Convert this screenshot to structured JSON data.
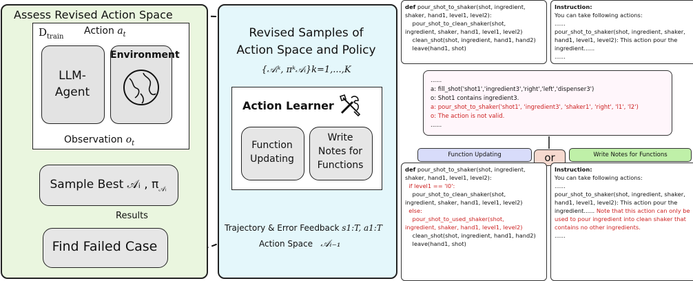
{
  "left_panel": {
    "title": "Assess Revised Action Space",
    "dataset_symbol": "D",
    "dataset_sub": "train",
    "action_label": "Action",
    "action_symbol": "a",
    "action_sub": "t",
    "observation_label": "Observation",
    "observation_symbol": "o",
    "observation_sub": "t",
    "agent_label_line1": "LLM-",
    "agent_label_line2": "Agent",
    "environment_label": "Environment",
    "sample_best_label": "Sample Best 𝒜ᵢ , π",
    "sample_best_sub": "𝒜ᵢ",
    "results_label": "Results",
    "failed_case_label": "Find Failed Case"
  },
  "middle_panel": {
    "title_line1": "Revised Samples of",
    "title_line2": "Action Space and Policy",
    "set_notation": "{𝒜ᵢᵏ, πᵏ𝒜ᵢ}k=1,...,K",
    "learner_title": "Action Learner",
    "function_updating_line1": "Function",
    "function_updating_line2": "Updating",
    "write_notes_line1": "Write",
    "write_notes_line2": "Notes for",
    "write_notes_line3": "Functions",
    "feedback_label": "Trajectory & Error Feedback",
    "feedback_math": "s1:T, a1:T",
    "action_space_label": "Action Space",
    "action_space_math": "𝒜ᵢ₋₁"
  },
  "right_panel": {
    "code_top": [
      {
        "text": "def",
        "bold": true,
        "rest": " pour_shot_to_shaker(shot, ingredient,"
      },
      {
        "text": "shaker, hand1, level1, level2):"
      },
      {
        "text": "    pour_shot_to_clean_shaker(shot,"
      },
      {
        "text": "ingredient, shaker, hand1, level1, level2)"
      },
      {
        "text": "    clean_shot(shot, ingredient, hand1, hand2)"
      },
      {
        "text": "    leave(hand1, shot)"
      }
    ],
    "instr_top": [
      {
        "text": "Instruction:",
        "bold": true
      },
      {
        "text": "You can take following actions:"
      },
      {
        "text": "......"
      },
      {
        "text": "pour_shot_to_shaker(shot, ingredient, shaker,"
      },
      {
        "text": "hand1, level1, level2): This action pour the"
      },
      {
        "text": "ingredient......"
      },
      {
        "text": "......"
      }
    ],
    "trajectory": [
      {
        "text": "......",
        "red": false
      },
      {
        "text": "a: fill_shot('shot1','ingredient3','right','left','dispenser3')",
        "red": false
      },
      {
        "text": "o: Shot1 contains ingredient3.",
        "red": false
      },
      {
        "text": "a: pour_shot_to_shaker('shot1', 'ingredient3', 'shaker1', 'right', 'l1', 'l2')",
        "red": true
      },
      {
        "text": "o: The action is not valid.",
        "red": true
      },
      {
        "text": "......",
        "red": false
      }
    ],
    "tag_function_updating": "Function Updating",
    "tag_or": "or",
    "tag_write_notes": "Write Notes for Functions",
    "code_bottom": [
      {
        "text": "def",
        "bold": true,
        "rest": " pour_shot_to_shaker(shot, ingredient,"
      },
      {
        "text": "shaker, hand1, level1, level2):"
      },
      {
        "text": "  if level1 == 'l0':",
        "red": true
      },
      {
        "text": "    pour_shot_to_clean_shaker(shot,"
      },
      {
        "text": "ingredient, shaker, hand1, level1, level2)"
      },
      {
        "text": "  else:",
        "red": true
      },
      {
        "text": "    pour_shot_to_used_shaker(shot,",
        "red": true
      },
      {
        "text": "ingredient, shaker, hand1, level1, level2)",
        "red": true
      },
      {
        "text": "    clean_shot(shot, ingredient, hand1, hand2)"
      },
      {
        "text": "    leave(hand1, shot)"
      }
    ],
    "instr_bottom": [
      {
        "text": "Instruction:",
        "bold": true
      },
      {
        "text": "You can take following actions:"
      },
      {
        "text": "......"
      },
      {
        "text": "pour_shot_to_shaker(shot, ingredient, shaker,"
      },
      {
        "text": "hand1, level1, level2): This action pour the"
      },
      {
        "text": "ingredient......",
        "red_tail": " Note that this action can only be"
      },
      {
        "text": "used to pour ingredient into clean shaker that",
        "red": true
      },
      {
        "text": "contains no other ingredients.",
        "red": true
      },
      {
        "text": "......"
      }
    ]
  },
  "colors": {
    "left_panel_bg": "#eaf6df",
    "middle_panel_bg": "#e4f7fb",
    "box_gray": "#e6e6e6",
    "error_red": "#cc1f1f",
    "tag_blue": "#d8dcfa",
    "tag_green": "#bff0a8",
    "or_bg": "#f6d9cf",
    "trajectory_bg": "#fff6fb"
  }
}
